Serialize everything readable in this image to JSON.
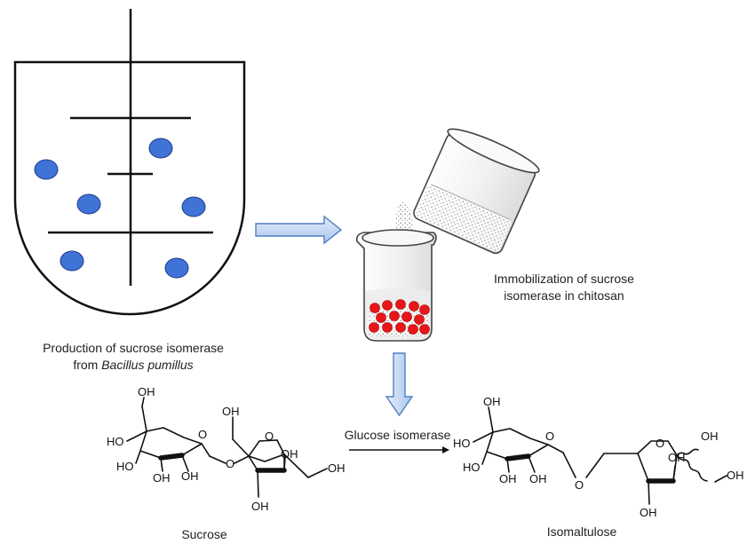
{
  "labels": {
    "production_line1": "Production of sucrose isomerase",
    "production_line2_prefix": "from",
    "production_organism": "Bacillus pumillus",
    "immobilization_line1": "Immobilization of sucrose",
    "immobilization_line2": "isomerase in chitosan",
    "enzyme": "Glucose isomerase",
    "substrate": "Sucrose",
    "product": "Isomaltulose"
  },
  "chem": {
    "oh": "OH",
    "ho": "HO",
    "o": "O"
  },
  "colors": {
    "cell_blue": "#3f73d6",
    "bead_red": "#e8161a",
    "arrow_fill": "#bcd3f2",
    "arrow_stroke": "#4f7fc4",
    "line": "#111111"
  }
}
